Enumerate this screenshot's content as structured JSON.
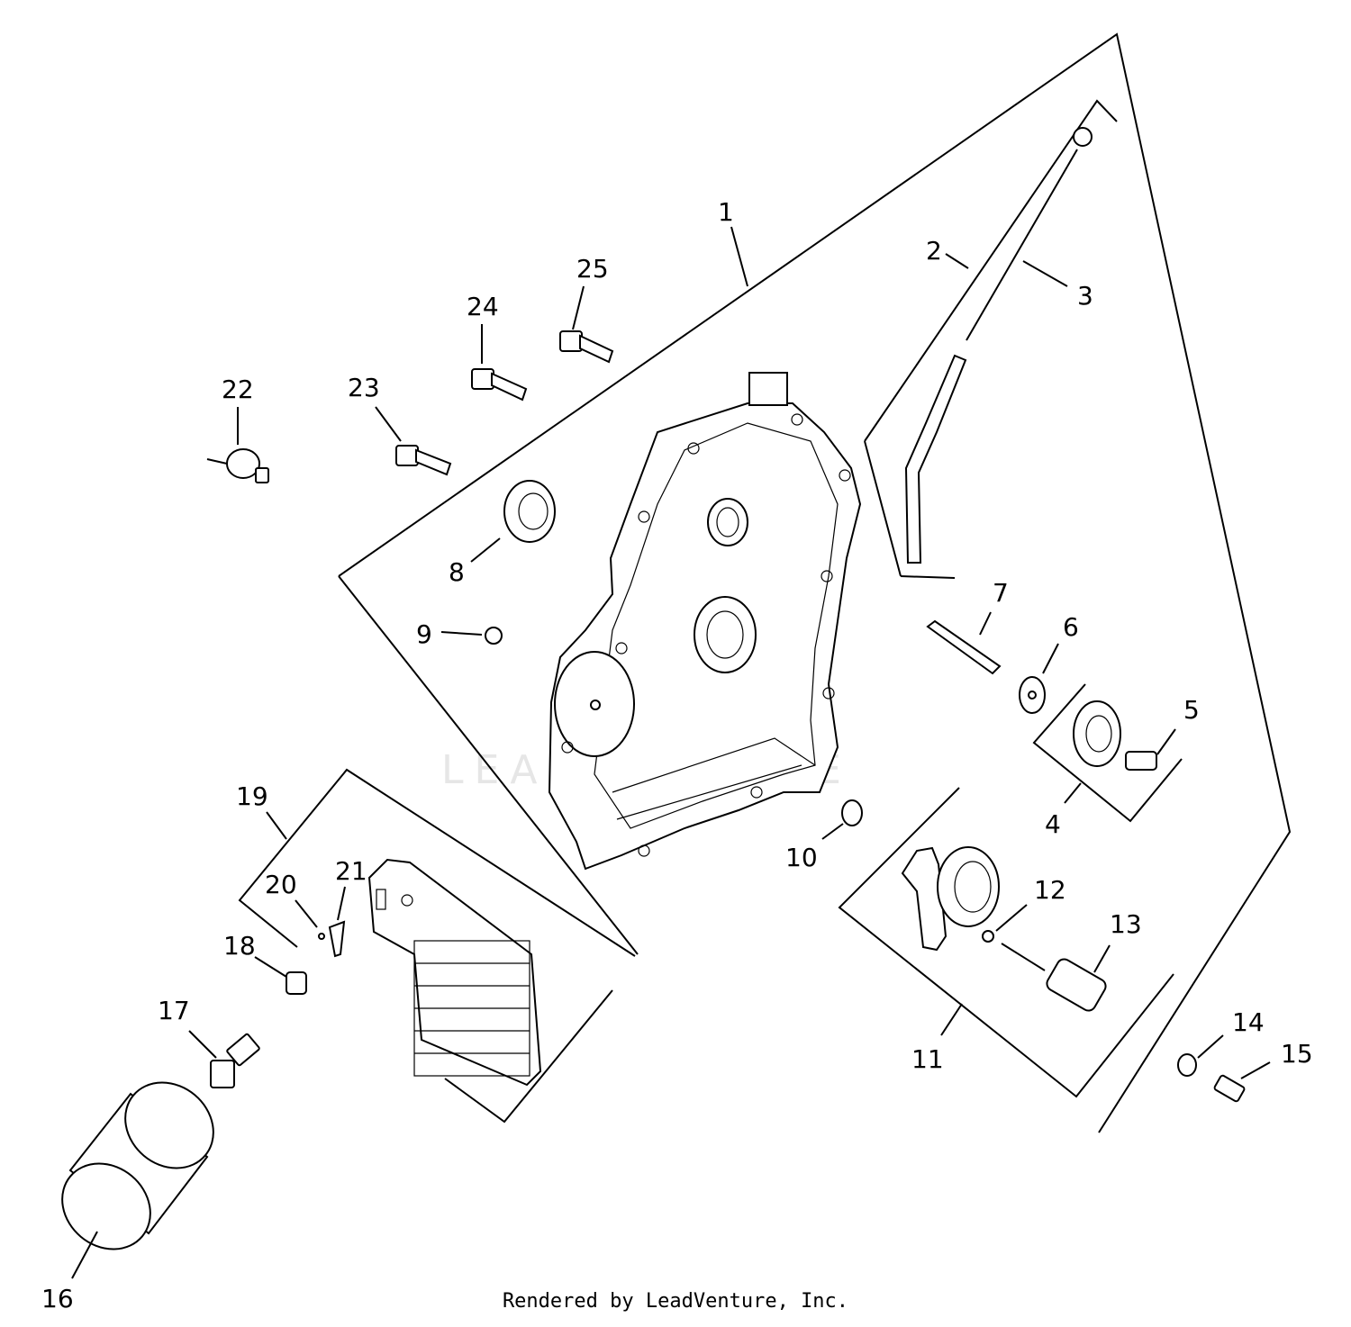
{
  "callouts": {
    "c1": "1",
    "c2": "2",
    "c3": "3",
    "c4": "4",
    "c5": "5",
    "c6": "6",
    "c7": "7",
    "c8": "8",
    "c9": "9",
    "c10": "10",
    "c11": "11",
    "c12": "12",
    "c13": "13",
    "c14": "14",
    "c15": "15",
    "c16": "16",
    "c17": "17",
    "c18": "18",
    "c19": "19",
    "c20": "20",
    "c21": "21",
    "c22": "22",
    "c23": "23",
    "c24": "24",
    "c25": "25"
  },
  "watermark": "LEADVENTURE",
  "footer": "Rendered by LeadVenture, Inc."
}
